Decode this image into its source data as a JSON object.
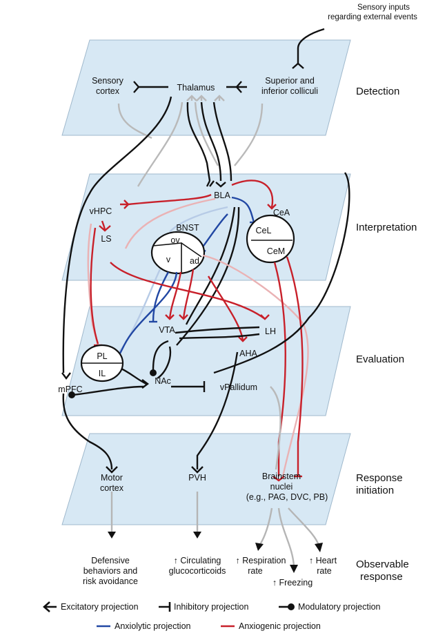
{
  "top_note": {
    "line1": "Sensory inputs",
    "line2": "regarding external events"
  },
  "levels": {
    "detection": "Detection",
    "interpretation": "Interpretation",
    "evaluation": "Evaluation",
    "response_initiation_1": "Response",
    "response_initiation_2": "initiation",
    "observable_1": "Observable",
    "observable_2": "response"
  },
  "nodes": {
    "sensory_cortex_1": "Sensory",
    "sensory_cortex_2": "cortex",
    "thalamus": "Thalamus",
    "colliculi_1": "Superior and",
    "colliculi_2": "inferior colliculi",
    "bla": "BLA",
    "vhpc": "vHPC",
    "ls": "LS",
    "bnst": "BNST",
    "ov": "ov",
    "v": "v",
    "ad": "ad",
    "cea": "CeA",
    "cel": "CeL",
    "cem": "CeM",
    "vta": "VTA",
    "lh": "LH",
    "aha": "AHA",
    "pl": "PL",
    "il": "IL",
    "nac": "NAc",
    "vpallidum": "vPallidum",
    "mpfc": "mPFC",
    "motor_cortex_1": "Motor",
    "motor_cortex_2": "cortex",
    "pvh": "PVH",
    "brainstem_1": "Brainstem",
    "brainstem_2": "nuclei",
    "brainstem_3": "(e.g., PAG, DVC, PB)"
  },
  "outputs": {
    "defensive_1": "Defensive",
    "defensive_2": "behaviors and",
    "defensive_3": "risk avoidance",
    "gluco_1": "↑ Circulating",
    "gluco_2": "glucocorticoids",
    "resp_1": "↑ Respiration",
    "resp_2": "rate",
    "heart_1": "↑ Heart",
    "heart_2": "rate",
    "freezing": "↑ Freezing"
  },
  "legend": {
    "excitatory": "Excitatory projection",
    "inhibitory": "Inhibitory projection",
    "modulatory": "Modulatory projection",
    "anxiolytic": "Anxiolytic projection",
    "anxiogenic": "Anxiogenic projection"
  },
  "colors": {
    "plane": "#d7e8f4",
    "excitatory_line": "#111111",
    "neutral_line": "#b9b9b9",
    "anxiolytic": "#2147a3",
    "anxiogenic": "#c8202a"
  }
}
